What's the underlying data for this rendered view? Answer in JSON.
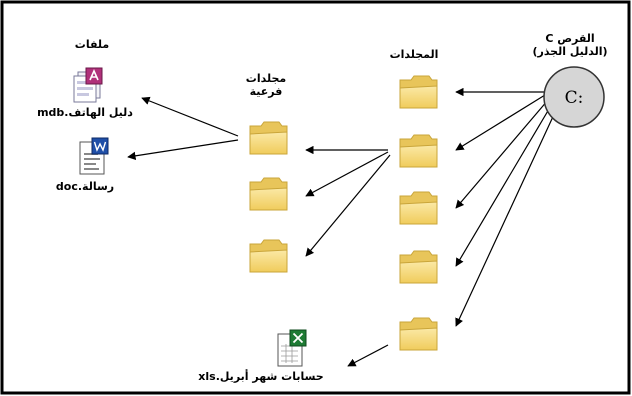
{
  "drive": {
    "title": "القرص C",
    "subtitle": "(الدليل الجذر)",
    "circle_label": "C:"
  },
  "folders": {
    "title": "المجلدات",
    "count": 5
  },
  "subfolders": {
    "title_line1": "مجلدات",
    "title_line2": "فرعية",
    "count": 3
  },
  "files": {
    "title": "ملفات",
    "items": [
      {
        "label": "دليل الهاتف.mdb",
        "icon": "access-database-icon"
      },
      {
        "label": "رسالة.doc",
        "icon": "word-document-icon"
      }
    ]
  },
  "spreadsheet": {
    "label": "حسابات شهر أبريل.xls",
    "icon": "excel-spreadsheet-icon"
  },
  "colors": {
    "circle_fill": "#d6d6d6",
    "folder_fill": "#f5d97a",
    "folder_stroke": "#c9a53a",
    "arrow": "#000000"
  }
}
